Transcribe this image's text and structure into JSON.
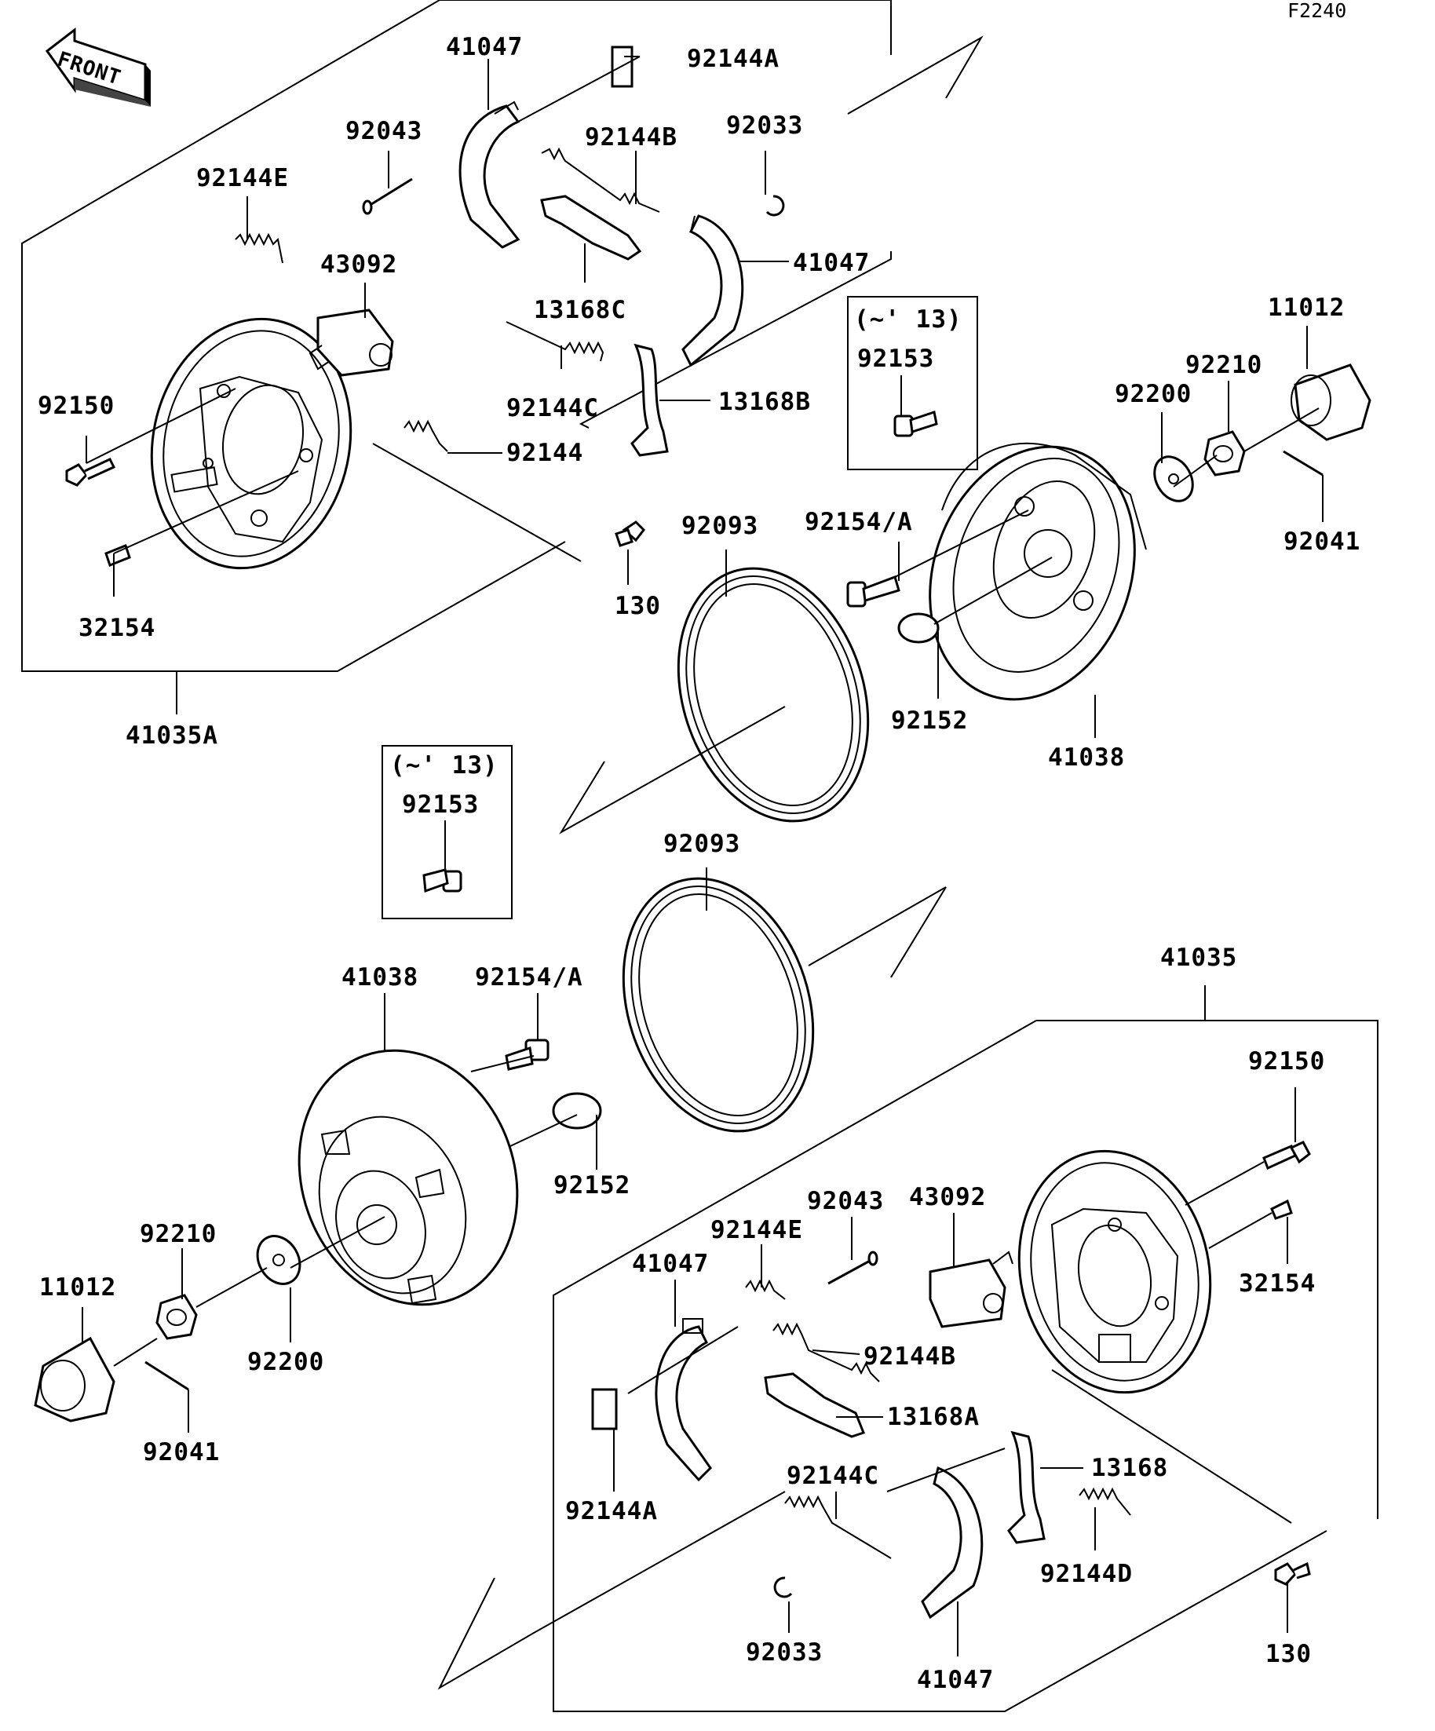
{
  "figure_code": "F2240",
  "front_arrow": "FRONT",
  "variant_note": "(~' 13)",
  "labels": {
    "l41047_a": "41047",
    "l92144A_a": "92144A",
    "l92043_a": "92043",
    "l92144B_a": "92144B",
    "l92033_a": "92033",
    "l92144E_a": "92144E",
    "l43092_a": "43092",
    "l13168C": "13168C",
    "l41047_b": "41047",
    "l92150_a": "92150",
    "l92144C_a": "92144C",
    "l13168B": "13168B",
    "l92144_a": "92144",
    "l32154_a": "32154",
    "l130_a": "130",
    "l41035A": "41035A",
    "l92153_a": "92153",
    "l11012_a": "11012",
    "l92210_a": "92210",
    "l92200_a": "92200",
    "l92041_a": "92041",
    "l92093_a": "92093",
    "l92154A_a": "92154/A",
    "l92152_a": "92152",
    "l41038_a": "41038",
    "l92153_b": "92153",
    "l92093_b": "92093",
    "l41038_b": "41038",
    "l92154A_b": "92154/A",
    "l92152_b": "92152",
    "l41035": "41035",
    "l92150_b": "92150",
    "l92210_b": "92210",
    "l11012_b": "11012",
    "l92200_b": "92200",
    "l92041_b": "92041",
    "l92043_b": "92043",
    "l43092_b": "43092",
    "l92144E_b": "92144E",
    "l41047_c": "41047",
    "l92144B_b": "92144B",
    "l32154_b": "32154",
    "l13168A": "13168A",
    "l92144A_b": "92144A",
    "l92144C_b": "92144C",
    "l13168": "13168",
    "l92144D": "92144D",
    "l92033_b": "92033",
    "l41047_d": "41047",
    "l130_b": "130"
  }
}
